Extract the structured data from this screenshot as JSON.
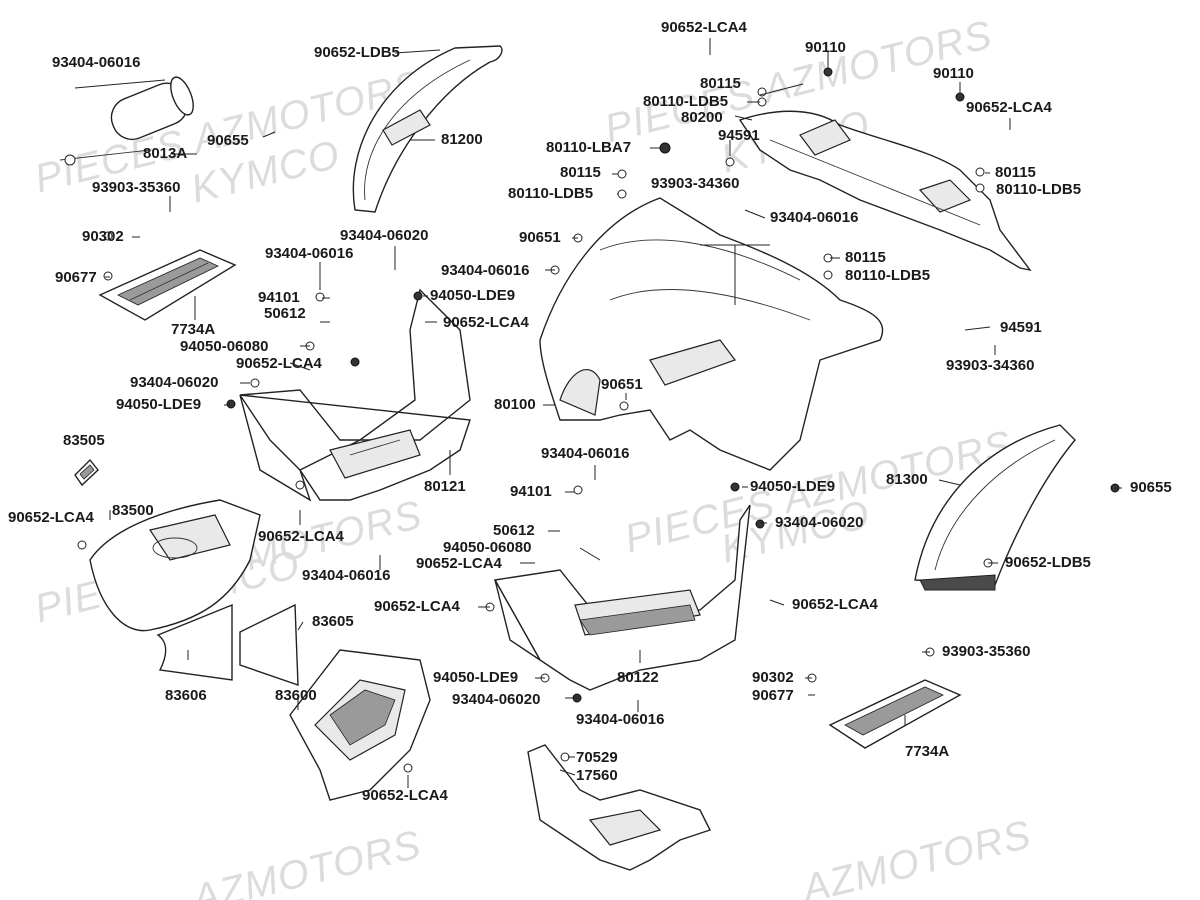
{
  "watermarks": [
    {
      "id": "wm1",
      "text": "PIECES AZMOTORS"
    },
    {
      "id": "wm2",
      "text": "KYMCO"
    },
    {
      "id": "wm3",
      "text": "PIECES AZMOTORS"
    },
    {
      "id": "wm4",
      "text": "KYMCO"
    },
    {
      "id": "wm5",
      "text": "PIECES AZMOTORS"
    },
    {
      "id": "wm6",
      "text": "KYMCO"
    },
    {
      "id": "wm7",
      "text": "PIECES AZMOTORS"
    },
    {
      "id": "wm8",
      "text": "KYMCO"
    },
    {
      "id": "wm9",
      "text": "AZMOTORS"
    },
    {
      "id": "wm10",
      "text": "AZMOTORS"
    }
  ],
  "labels": [
    {
      "id": "l1",
      "text": "93404-06016"
    },
    {
      "id": "l2",
      "text": "90652-LDB5"
    },
    {
      "id": "l3",
      "text": "90652-LCA4"
    },
    {
      "id": "l4",
      "text": "90110"
    },
    {
      "id": "l5",
      "text": "90110"
    },
    {
      "id": "l6",
      "text": "80115"
    },
    {
      "id": "l7",
      "text": "80110-LDB5"
    },
    {
      "id": "l8",
      "text": "80200"
    },
    {
      "id": "l9",
      "text": "90652-LCA4"
    },
    {
      "id": "l10",
      "text": "94591"
    },
    {
      "id": "l11",
      "text": "90655"
    },
    {
      "id": "l12",
      "text": "8013A"
    },
    {
      "id": "l13",
      "text": "81200"
    },
    {
      "id": "l14",
      "text": "80110-LBA7"
    },
    {
      "id": "l15",
      "text": "80115"
    },
    {
      "id": "l16",
      "text": "80115"
    },
    {
      "id": "l17",
      "text": "93903-34360"
    },
    {
      "id": "l18",
      "text": "80110-LDB5"
    },
    {
      "id": "l19",
      "text": "80110-LDB5"
    },
    {
      "id": "l20",
      "text": "93903-35360"
    },
    {
      "id": "l21",
      "text": "93404-06016"
    },
    {
      "id": "l22",
      "text": "90302"
    },
    {
      "id": "l23",
      "text": "93404-06020"
    },
    {
      "id": "l24",
      "text": "90651"
    },
    {
      "id": "l25",
      "text": "80115"
    },
    {
      "id": "l26",
      "text": "93404-06016"
    },
    {
      "id": "l27",
      "text": "80110-LDB5"
    },
    {
      "id": "l28",
      "text": "90677"
    },
    {
      "id": "l29",
      "text": "93404-06016"
    },
    {
      "id": "l30",
      "text": "94050-LDE9"
    },
    {
      "id": "l31",
      "text": "94101"
    },
    {
      "id": "l32",
      "text": "7734A"
    },
    {
      "id": "l33",
      "text": "50612"
    },
    {
      "id": "l34",
      "text": "90652-LCA4"
    },
    {
      "id": "l35",
      "text": "94591"
    },
    {
      "id": "l36",
      "text": "94050-06080"
    },
    {
      "id": "l37",
      "text": "93903-34360"
    },
    {
      "id": "l38",
      "text": "90652-LCA4"
    },
    {
      "id": "l39",
      "text": "93404-06020"
    },
    {
      "id": "l40",
      "text": "90651"
    },
    {
      "id": "l41",
      "text": "94050-LDE9"
    },
    {
      "id": "l42",
      "text": "80100"
    },
    {
      "id": "l43",
      "text": "83505"
    },
    {
      "id": "l44",
      "text": "93404-06016"
    },
    {
      "id": "l45",
      "text": "80121"
    },
    {
      "id": "l46",
      "text": "81300"
    },
    {
      "id": "l47",
      "text": "94101"
    },
    {
      "id": "l48",
      "text": "94050-LDE9"
    },
    {
      "id": "l49",
      "text": "90655"
    },
    {
      "id": "l50",
      "text": "90652-LCA4"
    },
    {
      "id": "l51",
      "text": "83500"
    },
    {
      "id": "l52",
      "text": "93404-06020"
    },
    {
      "id": "l53",
      "text": "50612"
    },
    {
      "id": "l54",
      "text": "90652-LCA4"
    },
    {
      "id": "l55",
      "text": "94050-06080"
    },
    {
      "id": "l56",
      "text": "90652-LDB5"
    },
    {
      "id": "l57",
      "text": "90652-LCA4"
    },
    {
      "id": "l58",
      "text": "93404-06016"
    },
    {
      "id": "l59",
      "text": "90652-LCA4"
    },
    {
      "id": "l60",
      "text": "83605"
    },
    {
      "id": "l61",
      "text": "90652-LCA4"
    },
    {
      "id": "l62",
      "text": "93903-35360"
    },
    {
      "id": "l63",
      "text": "83606"
    },
    {
      "id": "l64",
      "text": "83600"
    },
    {
      "id": "l65",
      "text": "80122"
    },
    {
      "id": "l66",
      "text": "90302"
    },
    {
      "id": "l67",
      "text": "94050-LDE9"
    },
    {
      "id": "l68",
      "text": "90677"
    },
    {
      "id": "l69",
      "text": "93404-06020"
    },
    {
      "id": "l70",
      "text": "93404-06016"
    },
    {
      "id": "l71",
      "text": "7734A"
    },
    {
      "id": "l72",
      "text": "70529"
    },
    {
      "id": "l73",
      "text": "17560"
    },
    {
      "id": "l74",
      "text": "90652-LCA4"
    }
  ]
}
